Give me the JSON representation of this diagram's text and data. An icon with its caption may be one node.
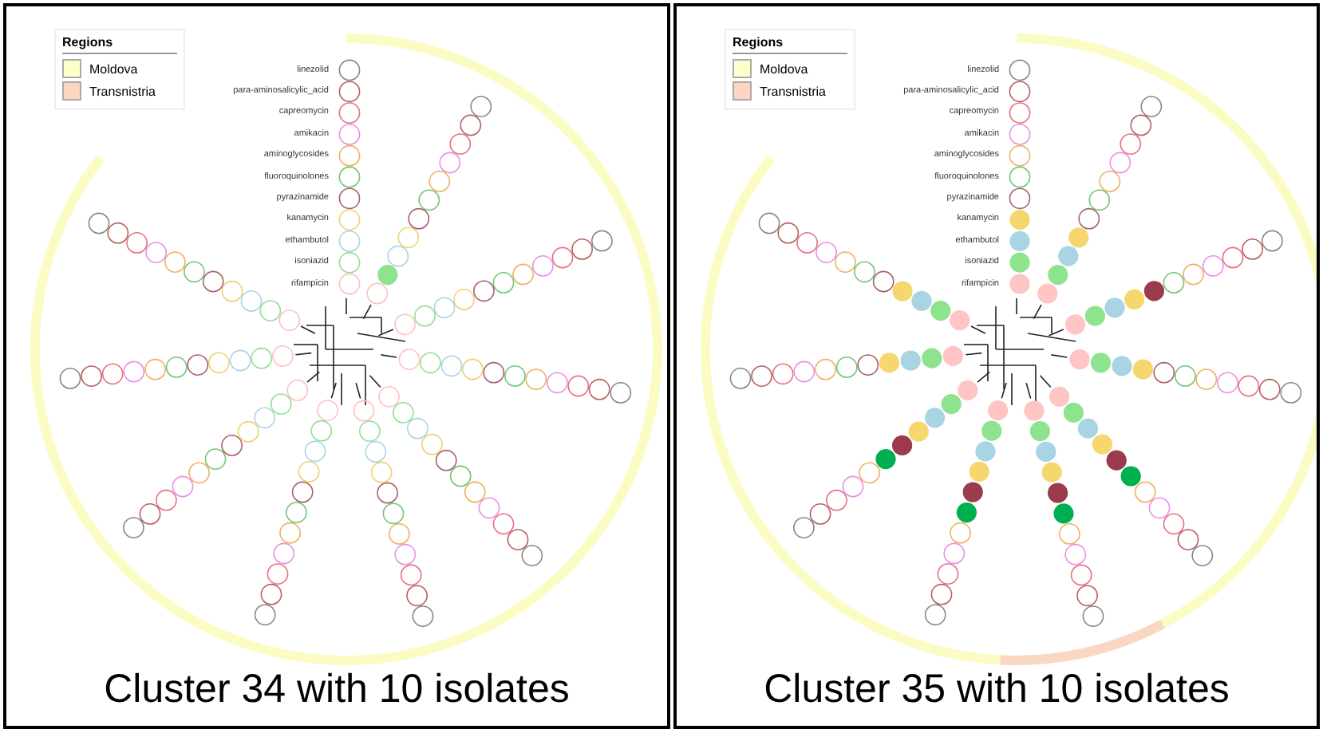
{
  "diagram": {
    "labels": [
      "Regions",
      "linezolid",
      "para-aminosalicylic_acid",
      "capreomycin",
      "amikacin",
      "aminoglycosides",
      "fluoroquinolones",
      "pyrazinamide",
      "kanamycin",
      "ethambutol",
      "isoniazid",
      "rifampicin",
      "Cluster 34 with 10 isolates",
      "Regions",
      "linezolid",
      "para-aminosalicylic_acid",
      "capreomycin",
      "amikacin",
      "aminoglycosides",
      "fluoroquinolones",
      "pyrazinamide",
      "kanamycin",
      "ethambutol",
      "isoniazid",
      "rifampicin",
      "Cluster 35 with 10 isolates"
    ],
    "legend": [
      {
        "text": "Moldova",
        "color": "#ffffcc"
      },
      {
        "text": "Transnistria",
        "color": "#fdd5c0"
      },
      {
        "text": "Moldova",
        "color": "#ffffcc"
      },
      {
        "text": "Transnistria",
        "color": "#fdd5c0"
      }
    ]
  }
}
